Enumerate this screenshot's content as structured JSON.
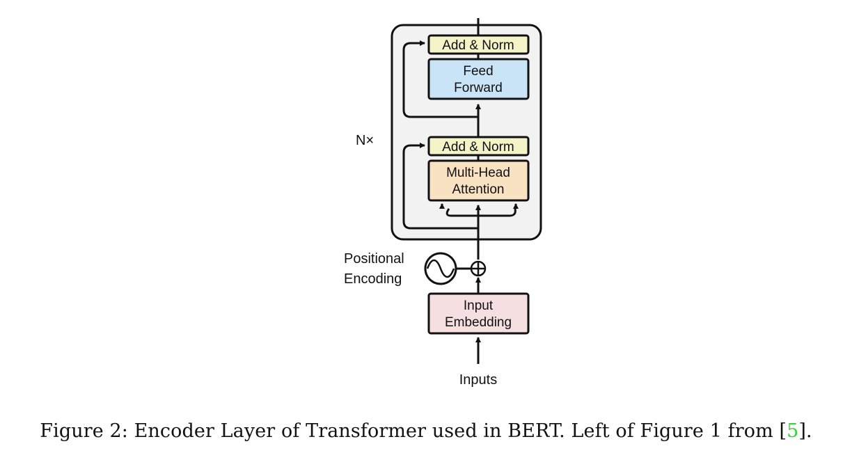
{
  "diagram": {
    "nx_label": "N×",
    "top_add_norm": "Add & Norm",
    "feed_forward": [
      "Feed",
      "Forward"
    ],
    "bottom_add_norm": "Add & Norm",
    "multi_head_attention": [
      "Multi-Head",
      "Attention"
    ],
    "positional_encoding": [
      "Positional",
      "Encoding"
    ],
    "input_embedding": [
      "Input",
      "Embedding"
    ],
    "inputs": "Inputs",
    "colors": {
      "layer_bg": "#f2f2f2",
      "add_norm": "#f4f4c8",
      "feed_forward": "#c9e4f6",
      "attention": "#f9e2c2",
      "embedding": "#f5dfe0",
      "stroke": "#111111"
    }
  },
  "caption": {
    "prefix": "Figure 2: Encoder Layer of Transformer used in BERT. Left of Figure 1 from [",
    "ref": "5",
    "suffix": "]."
  }
}
